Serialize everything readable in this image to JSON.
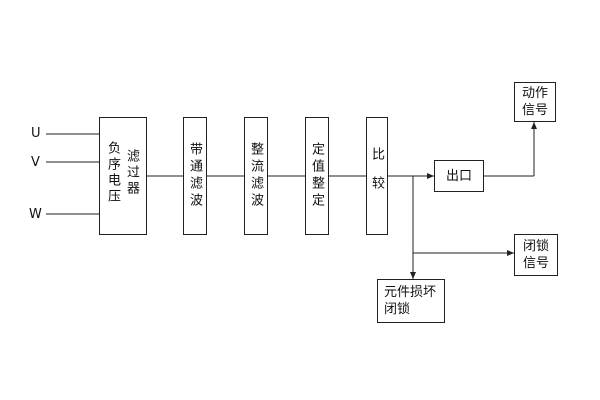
{
  "inputs": {
    "u": "U",
    "v": "V",
    "w": "W"
  },
  "blocks": {
    "neg_seq_filter": {
      "col1": "负序电压",
      "col2": "滤过器"
    },
    "bandpass_filter": "带通滤波",
    "rectifier_filter": "整流滤波",
    "setting": "定值整定",
    "comparator": "比较",
    "output": "出口",
    "action_signal": "动作\n信号",
    "lockout_signal": "闭锁\n信号",
    "component_damage_lockout": "元件损坏\n闭锁"
  },
  "colors": {
    "line": "#222222",
    "background": "#ffffff"
  }
}
